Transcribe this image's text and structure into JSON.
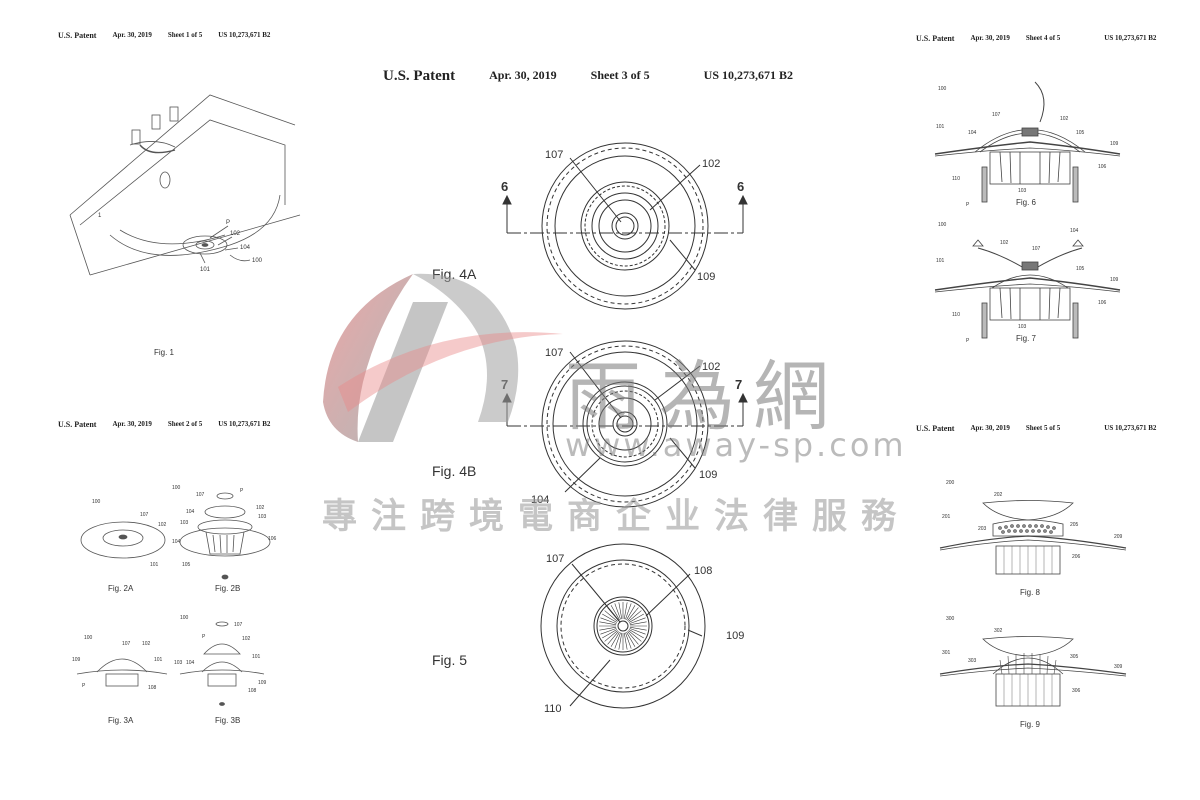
{
  "sheet1": {
    "patent": "U.S. Patent",
    "date": "Apr. 30, 2019",
    "sheet": "Sheet 1 of 5",
    "number": "US 10,273,671 B2",
    "fig1": "Fig. 1",
    "refs": {
      "p": "P",
      "r102": "102",
      "r104": "104",
      "r100": "100",
      "r101": "101",
      "r1": "1"
    }
  },
  "sheet2": {
    "patent": "U.S. Patent",
    "date": "Apr. 30, 2019",
    "sheet": "Sheet 2 of 5",
    "number": "US 10,273,671 B2",
    "fig2a": "Fig. 2A",
    "fig2b": "Fig. 2B",
    "fig3a": "Fig. 3A",
    "fig3b": "Fig. 3B",
    "refs": {
      "r100": "100",
      "r107": "107",
      "r102": "102",
      "r104": "104",
      "r101": "101",
      "r103": "103",
      "r105": "105",
      "r106": "106",
      "r109": "109",
      "r108": "108",
      "p": "P"
    }
  },
  "sheet3": {
    "patent": "U.S. Patent",
    "date": "Apr. 30, 2019",
    "sheet": "Sheet 3 of 5",
    "number": "US 10,273,671 B2",
    "fig4a": "Fig. 4A",
    "fig4b": "Fig. 4B",
    "fig5": "Fig. 5",
    "refs": {
      "r107": "107",
      "r102": "102",
      "r109": "109",
      "r104": "104",
      "r108": "108",
      "r110": "110",
      "s6": "6",
      "s7": "7"
    }
  },
  "sheet4": {
    "patent": "U.S. Patent",
    "date": "Apr. 30, 2019",
    "sheet": "Sheet 4 of 5",
    "number": "US 10,273,671 B2",
    "fig6": "Fig. 6",
    "fig7": "Fig. 7",
    "refs": {
      "r100": "100",
      "r107": "107",
      "r101": "101",
      "r104": "104",
      "r102": "102",
      "r105": "105",
      "r109": "109",
      "r106": "106",
      "r110": "110",
      "r103": "103",
      "p": "P"
    }
  },
  "sheet5": {
    "patent": "U.S. Patent",
    "date": "Apr. 30, 2019",
    "sheet": "Sheet 5 of 5",
    "number": "US 10,273,671 B2",
    "fig8": "Fig. 8",
    "fig9": "Fig. 9",
    "refs": {
      "r200": "200",
      "r202": "202",
      "r201": "201",
      "r203": "203",
      "r205": "205",
      "r209": "209",
      "r206": "206",
      "r300": "300",
      "r302": "302",
      "r301": "301",
      "r303": "303",
      "r305": "305",
      "r309": "309",
      "r306": "306"
    }
  },
  "watermark": {
    "name": "雨為網",
    "url": "www.away-sp.com",
    "slogan": "專注跨境電商企业法律服務",
    "logo": "A-logo",
    "colors": {
      "logo_red": "#e88a8a",
      "logo_gray": "#888888"
    }
  }
}
